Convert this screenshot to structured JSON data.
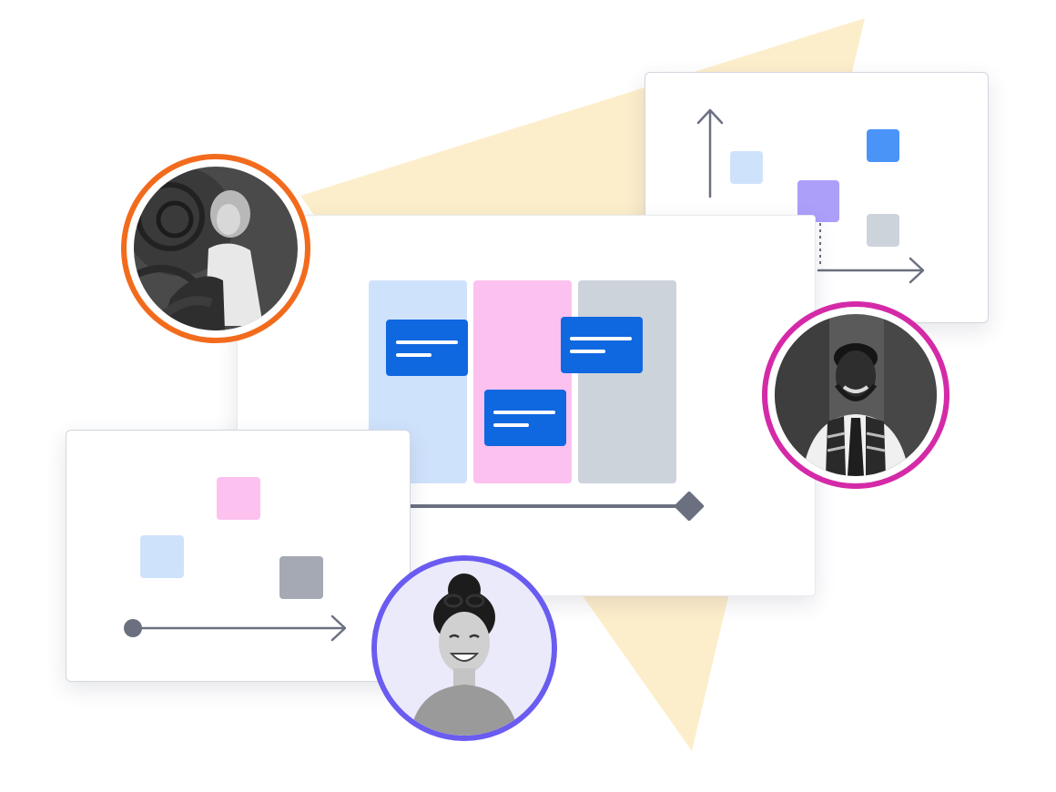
{
  "palette": {
    "triangle": "#fdeecb",
    "card_border": "#d2d6de",
    "arrow": "#6b7080",
    "column_blue": "#cfe2fc",
    "column_pink": "#fcc1ef",
    "column_gray": "#cdd3db",
    "task_card": "#1068e0",
    "task_line": "#ffffff",
    "square_light_blue": "#cfe2fc",
    "square_blue": "#4a94f7",
    "square_purple": "#ab9ffa",
    "square_gray": "#cdd3db",
    "square_pink": "#fcc1ef",
    "square_dark_gray": "#a4a9b3",
    "ring_orange": "#f26b1d",
    "ring_magenta": "#d42aa8",
    "ring_violet": "#6a5cf0"
  },
  "kanban": {
    "columns": [
      "column-blue",
      "column-pink",
      "column-gray"
    ],
    "task_cards": 3
  },
  "avatars": [
    {
      "name": "avatar-person-orange-ring",
      "icon": "user-photo"
    },
    {
      "name": "avatar-person-magenta-ring",
      "icon": "user-photo"
    },
    {
      "name": "avatar-person-violet-ring",
      "icon": "user-photo"
    }
  ]
}
